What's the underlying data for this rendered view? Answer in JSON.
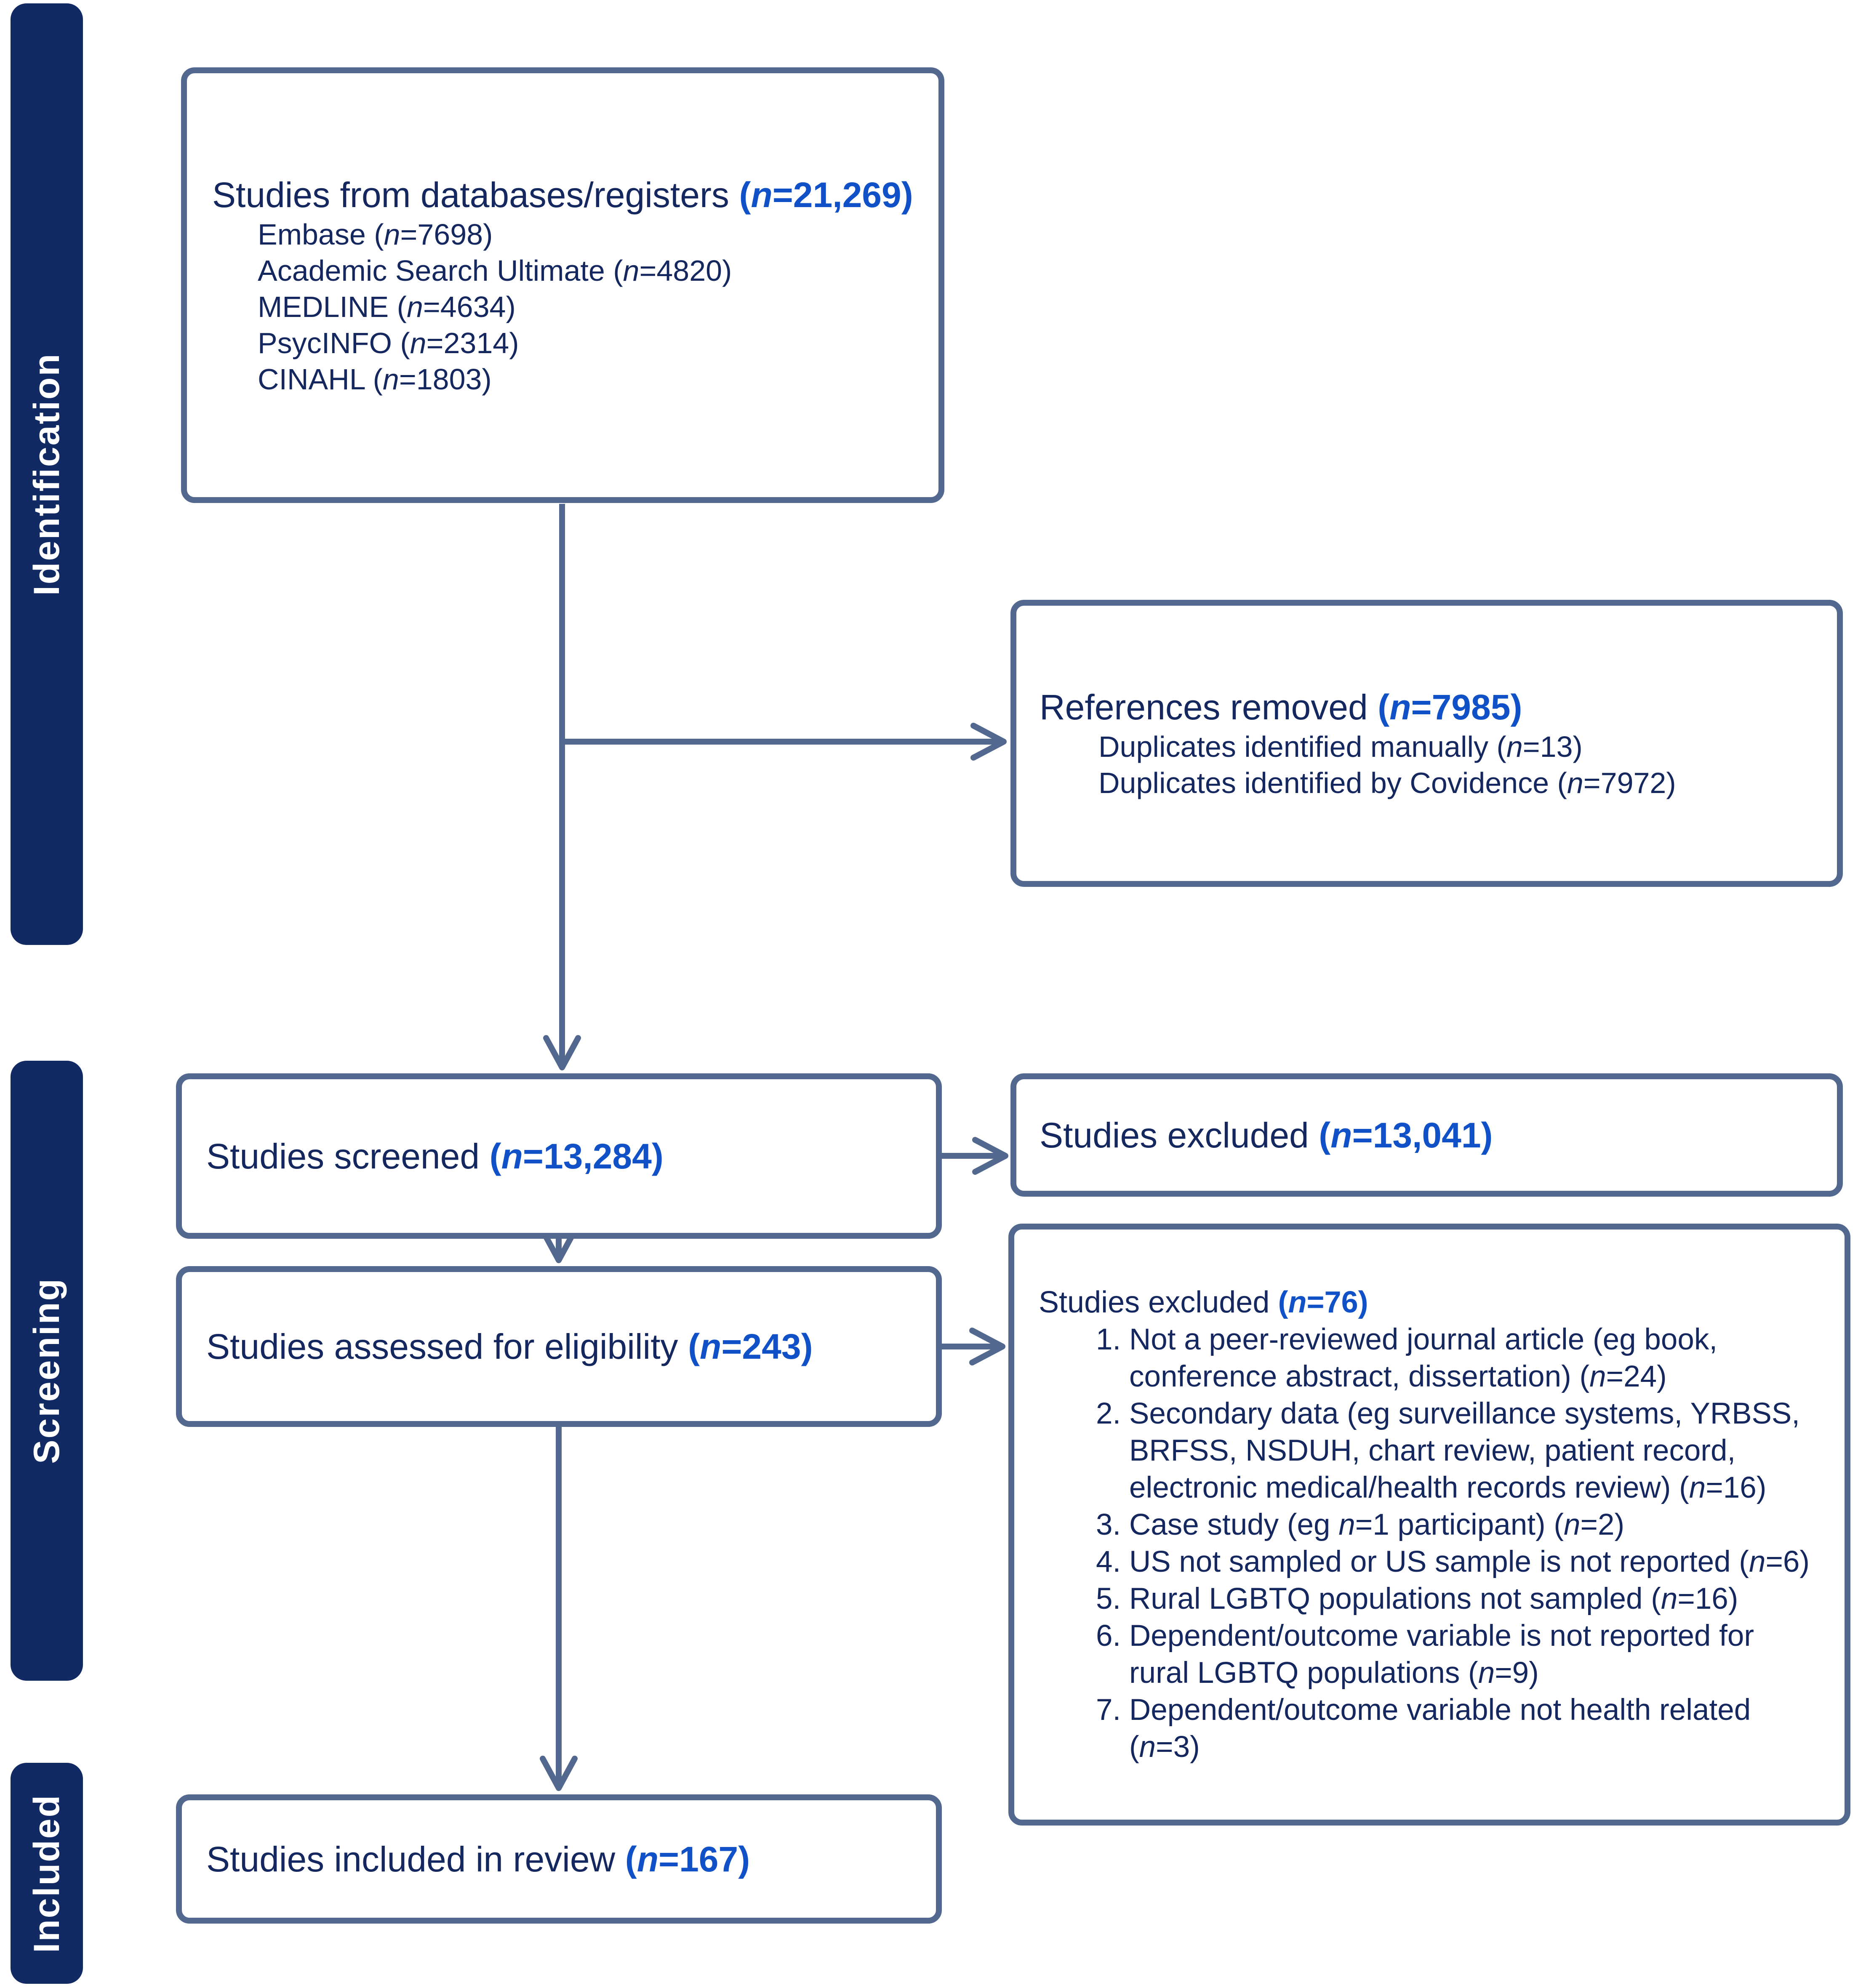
{
  "palette": {
    "navy_text": "#14275f",
    "accent_blue": "#1151c8",
    "slate": "#52688f",
    "sidebar_navy": "#122a63"
  },
  "sidebar": {
    "stages": [
      {
        "label": "Identification"
      },
      {
        "label": "Screening"
      },
      {
        "label": "Included"
      }
    ]
  },
  "boxes": {
    "databases": {
      "title": "Studies from databases/registers",
      "count": "(*n*=21,269)",
      "items": [
        "Embase (*n*=7698)",
        "Academic Search Ultimate (*n*=4820)",
        "MEDLINE (*n*=4634)",
        "PsycINFO (*n*=2314)",
        "CINAHL (*n*=1803)"
      ]
    },
    "references_removed": {
      "title": "References removed",
      "count": "(*n*=7985)",
      "items": [
        "Duplicates identified manually (*n*=13)",
        "Duplicates identified by Covidence (*n*=7972)"
      ]
    },
    "screened": {
      "title": "Studies screened",
      "count": "(*n*=13,284)"
    },
    "excluded_screening": {
      "title": "Studies excluded",
      "count": "(*n*=13,041)"
    },
    "assessed": {
      "title": "Studies assessed for eligibility",
      "count": "(*n*=243)"
    },
    "excluded_eligibility": {
      "title": "Studies excluded",
      "count": "(*n*=76)",
      "items": [
        "Not a peer-reviewed journal article (eg book, conference abstract, dissertation) (*n*=24)",
        "Secondary data (eg surveillance systems, YRBSS, BRFSS, NSDUH, chart review, patient record, electronic medical/health records review) (*n*=16)",
        "Case study (eg *n*=1 participant) (*n*=2)",
        "US not sampled or US sample is not reported (*n*=6)",
        "Rural LGBTQ populations not sampled (*n*=16)",
        "Dependent/outcome variable is not reported for rural LGBTQ populations (*n*=9)",
        "Dependent/outcome variable not health related (*n*=3)"
      ]
    },
    "included": {
      "title": "Studies included in review",
      "count": "(*n*=167)"
    }
  }
}
